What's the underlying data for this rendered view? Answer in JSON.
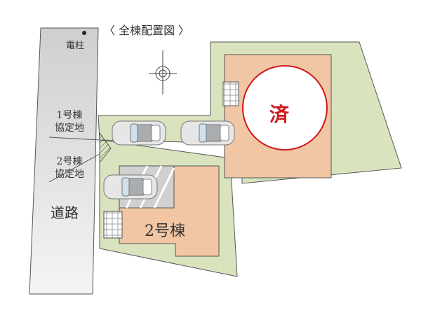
{
  "title": "〈 全棟配置図 〉",
  "utility_pole": {
    "label": "電柱",
    "icon": "utility-pole-icon"
  },
  "lot_labels": {
    "house1_shared": [
      "1号棟",
      "協定地"
    ],
    "house2_shared": [
      "2号棟",
      "協定地"
    ]
  },
  "road": {
    "label": "道路"
  },
  "house2": {
    "label": "2号棟"
  },
  "house1": {
    "sold_label": "済"
  },
  "compass": {
    "icon": "north-compass-icon"
  },
  "colors": {
    "lawn": "#d9e4bf",
    "building": "#f0c6a4",
    "road": "#d4d4d4",
    "sold_red": "#d0161b"
  }
}
